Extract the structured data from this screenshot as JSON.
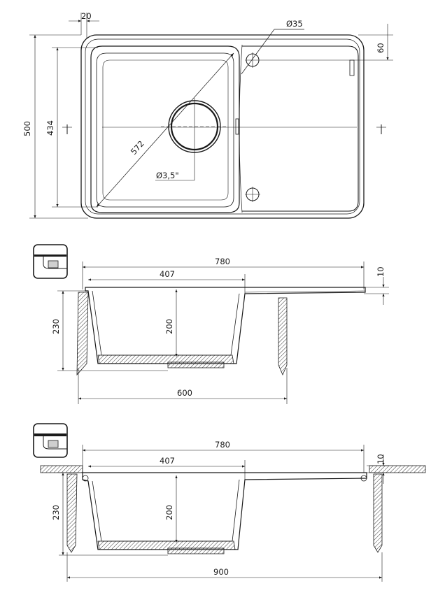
{
  "top_view": {
    "dim_flange": "20",
    "dim_hole_dia": "Ø35",
    "dim_offset": "60",
    "dim_height_total": "500",
    "dim_height_bowl": "434",
    "dim_diagonal": "572",
    "dim_drain": "Ø3,5\""
  },
  "section_a": {
    "dim_length": "780",
    "dim_bowl_width": "407",
    "dim_flange_h": "10",
    "dim_depth_total": "230",
    "dim_depth_bowl": "200",
    "dim_cabinet": "600"
  },
  "section_b": {
    "dim_length": "780",
    "dim_bowl_width": "407",
    "dim_flange_h": "10",
    "dim_depth_total": "230",
    "dim_depth_bowl": "200",
    "dim_cabinet": "900"
  }
}
